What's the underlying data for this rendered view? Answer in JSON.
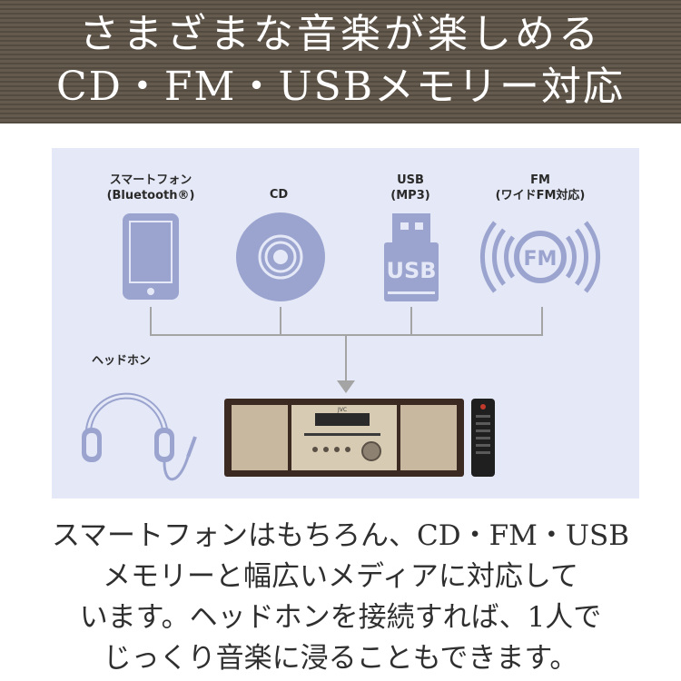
{
  "banner": {
    "line1": "さまざまな音楽が楽しめる",
    "line2": "CD・FM・USBメモリー対応"
  },
  "sources": [
    {
      "label1": "スマートフォン",
      "label2": "(Bluetooth®)",
      "icon": "smartphone-icon"
    },
    {
      "label1": "CD",
      "label2": "",
      "icon": "cd-icon"
    },
    {
      "label1": "USB",
      "label2": "(MP3)",
      "icon": "usb-icon"
    },
    {
      "label1": "FM",
      "label2": "(ワイドFM対応)",
      "icon": "fm-icon"
    }
  ],
  "usb_icon_text": "USB",
  "fm_icon_text": "FM",
  "headphone_label": "ヘッドホン",
  "device_brand": "JVC",
  "description": {
    "line1": "スマートフォンはもちろん、CD・FM・USB",
    "line2": "メモリーと幅広いメディアに対応して",
    "line3": "います。ヘッドホンを接続すれば、1人で",
    "line4": "じっくり音楽に浸ることもできます。"
  },
  "colors": {
    "icon": "#9aa4cf",
    "line": "#a4a4a4",
    "banner": "#5e5347",
    "panel": "#e5e8f6"
  }
}
